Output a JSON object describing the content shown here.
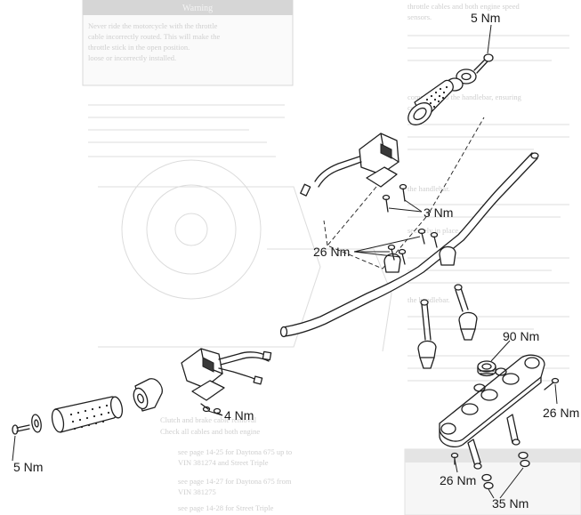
{
  "figure": {
    "labels": {
      "screw_top_right": "5 Nm",
      "switch_screws": "3 Nm",
      "clamp_bolts": "26 Nm",
      "stem_nut": "90 Nm",
      "yoke_pinch_right": "26 Nm",
      "yoke_pinch_left": "26 Nm",
      "fork_pinch": "35 Nm",
      "switch_left_screws": "4 Nm",
      "screw_bottom_left": "5 Nm"
    }
  },
  "background_text": {
    "warning_heading": "Warning",
    "warning_body": [
      "Never ride the motorcycle with the throttle",
      "cable incorrectly routed. This will make the",
      "throttle stick in the open position.",
      "loose or incorrectly installed."
    ],
    "right_column": [
      "throttle cables and both engine speed",
      "sensors.",
      "component to the handlebar, ensuring",
      "correct.",
      "the handlebar.",
      "securely in place.",
      "the handlebar."
    ],
    "lower_steps": [
      "Clutch and brake cable removal",
      "Check all cables and both engine",
      "see page 14-25 for Daytona 675 up to",
      "VIN 381274 and Street Triple",
      "see page 14-27 for Daytona 675 from",
      "VIN 381275",
      "see page 14-28 for Street Triple"
    ]
  },
  "colors": {
    "ink": "#1f1f1f",
    "ghost": "#cfcfcf",
    "paper": "#ffffff"
  }
}
